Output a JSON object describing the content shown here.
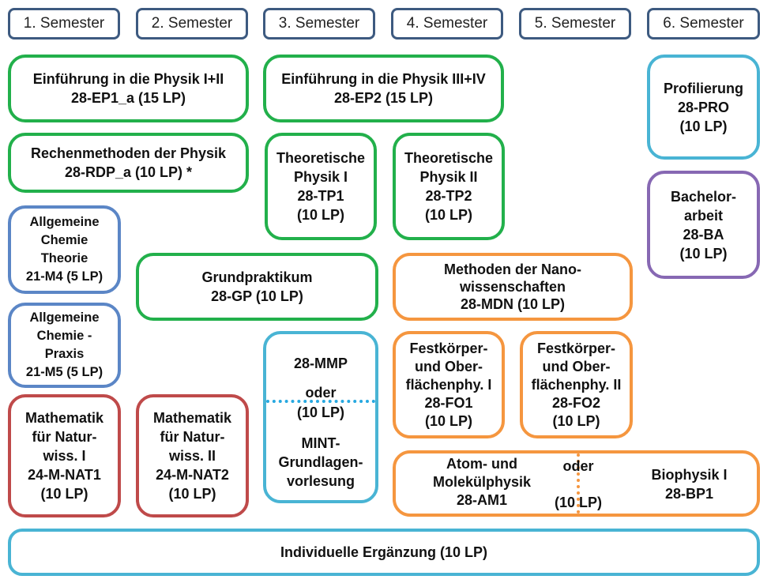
{
  "semesters": [
    "1. Semester",
    "2. Semester",
    "3. Semester",
    "4. Semester",
    "5. Semester",
    "6. Semester"
  ],
  "modules": {
    "ep1": [
      "Einführung in die Physik I+II",
      "28-EP1_a  (15 LP)"
    ],
    "ep2": [
      "Einführung in die Physik III+IV",
      "28-EP2  (15 LP)"
    ],
    "pro": [
      "Profilierung",
      "28-PRO",
      "(10 LP)"
    ],
    "rdp": [
      "Rechenmethoden der Physik",
      "28-RDP_a  (10 LP) *"
    ],
    "tp1": [
      "Theoretische",
      "Physik I",
      "28-TP1",
      "(10 LP)"
    ],
    "tp2": [
      "Theoretische",
      "Physik II",
      "28-TP2",
      "(10 LP)"
    ],
    "ba": [
      "Bachelor-",
      "arbeit",
      "28-BA",
      "(10 LP)"
    ],
    "m4": [
      "Allgemeine",
      "Chemie",
      "Theorie",
      "21-M4 (5 LP)"
    ],
    "gp": [
      "Grundpraktikum",
      "28-GP  (10 LP)"
    ],
    "mdn": [
      "Methoden der Nano-",
      "wissenschaften",
      "28-MDN  (10 LP)"
    ],
    "m5": [
      "Allgemeine",
      "Chemie -",
      "Praxis",
      "21-M5 (5 LP)"
    ],
    "mmp": {
      "top": "28-MMP",
      "oder": "oder",
      "lp": "(10 LP)",
      "bottom": [
        "MINT-",
        "Grundlagen-",
        "vorlesung"
      ]
    },
    "fo1": [
      "Festkörper-",
      "und Ober-",
      "flächenphy. I",
      "28-FO1",
      "(10 LP)"
    ],
    "fo2": [
      "Festkörper-",
      "und Ober-",
      "flächenphy. II",
      "28-FO2",
      "(10 LP)"
    ],
    "nat1": [
      "Mathematik",
      "für Natur-",
      "wiss. I",
      "24-M-NAT1",
      "(10 LP)"
    ],
    "nat2": [
      "Mathematik",
      "für Natur-",
      "wiss. II",
      "24-M-NAT2",
      "(10 LP)"
    ],
    "am": {
      "left": [
        "Atom- und",
        "Molekülphysik",
        "28-AM1"
      ],
      "oder": "oder",
      "lp": "(10 LP)",
      "right": [
        "Biophysik I",
        "28-BP1"
      ]
    },
    "ie": [
      "Individuelle Ergänzung (10 LP)"
    ]
  }
}
